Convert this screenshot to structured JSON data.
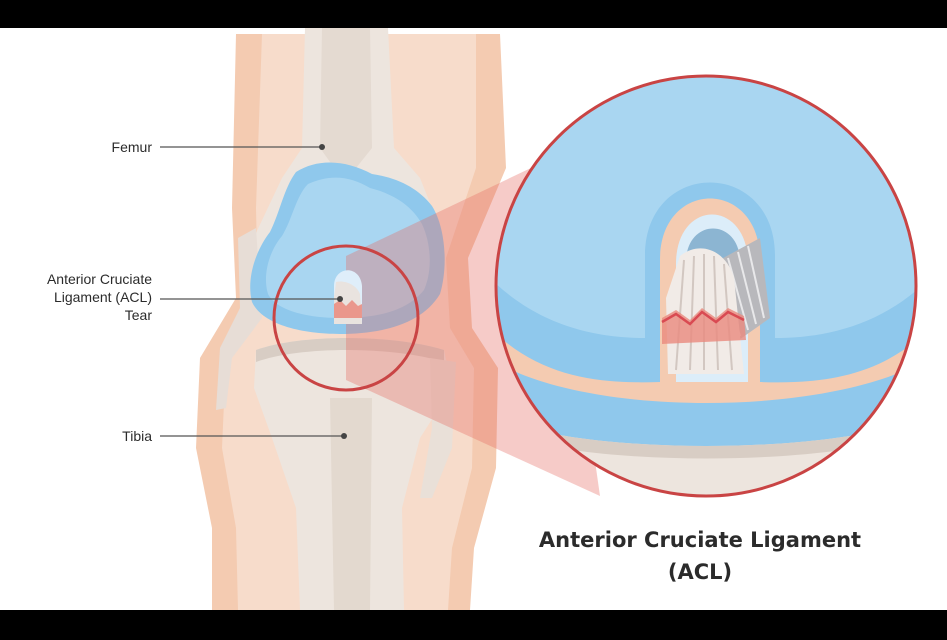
{
  "labels": {
    "femur": "Femur",
    "acl_line1": "Anterior Cruciate",
    "acl_line2": "Ligament (ACL)",
    "acl_line3": "Tear",
    "tibia": "Tibia"
  },
  "caption": {
    "line1": "Anterior Cruciate Ligament",
    "line2": "(ACL)"
  },
  "colors": {
    "skin": "#f3c9ad",
    "bone": "#ece4dd",
    "cartilage": "#8ec9ec",
    "highlight_circle": "#c94444",
    "ligament_tear": "#e9867a"
  }
}
